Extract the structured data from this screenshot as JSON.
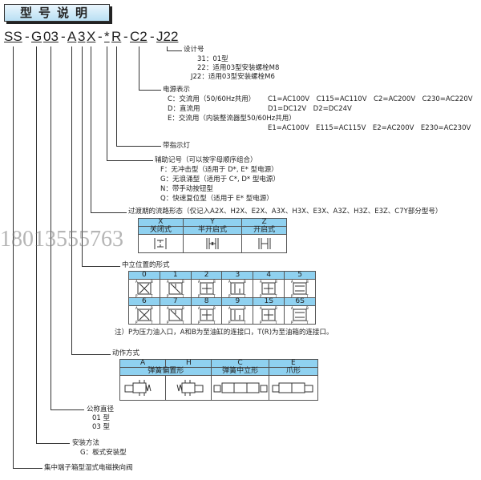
{
  "title": "型号说明",
  "code": {
    "parts": [
      "SS",
      "-",
      "G",
      "03",
      "-",
      "A",
      "3",
      "X",
      "-",
      "*",
      "R",
      "-",
      "C2",
      "-",
      "J22"
    ]
  },
  "design": {
    "label": "设计号",
    "items": [
      "31：01型",
      "22：适用03型安装螺栓M8",
      "J22：适用03型安装螺栓M6"
    ]
  },
  "power": {
    "label": "电源表示",
    "items": [
      {
        "k": "C：交流用（50/60Hz共用）",
        "v": "C1=AC100V　C115=AC110V　C2=AC200V　C230=AC220V"
      },
      {
        "k": "D：直流用",
        "v": "D1=DC12V　D2=DC24V"
      },
      {
        "k": "E：交流用（内装整流器型50/60Hz共用）",
        "v": "E1=AC100V　E115=AC115V　E2=AC200V　E230=AC230V"
      }
    ]
  },
  "lamp": "带指示灯",
  "aux": {
    "label": "辅助记号（可以按字母顺序组合）",
    "items": [
      "F：无冲击型（适用于 D*, E* 型电源）",
      "G：无浪涌型（适用于 C*, D* 型电源）",
      "N：带手动按钮型",
      "Q：快速复位型（适用于 E* 型电源）"
    ]
  },
  "transition": {
    "label": "过渡期的流路形态（仅记入A2X、H2X、E2X、A3X、H3X、E3X、A3Z、H3Z、E3Z、C7Y部分型号）",
    "cols": [
      {
        "k": "X",
        "v": "关闭式"
      },
      {
        "k": "Y",
        "v": "半开启式"
      },
      {
        "k": "Z",
        "v": "开启式"
      }
    ]
  },
  "neutral": {
    "label": "中立位置的形式",
    "row1": [
      "0",
      "1",
      "2",
      "3",
      "4",
      "5"
    ],
    "row2": [
      "6",
      "7",
      "8",
      "9",
      "1S",
      "6S"
    ],
    "ports": {
      "a": "A",
      "b": "B",
      "p": "P",
      "t": "T"
    },
    "note": "注）P为压力油入口，A和B为至油缸的连接口，T(R)为至油箱的连接口。"
  },
  "action": {
    "label": "动作方式",
    "cols": [
      "A",
      "H",
      "C",
      "E"
    ],
    "types": [
      "弹簧偏置形",
      "弹簧中立形",
      "爪形"
    ]
  },
  "size": {
    "label": "公称直径",
    "items": [
      "01 型",
      "03 型"
    ]
  },
  "mount": {
    "label": "安装方法",
    "items": [
      "G：板式安装型"
    ]
  },
  "series": "集中端子箱型湿式电磁换向阀",
  "watermark": "18013555763",
  "colors": {
    "header": "#8fd1f0"
  }
}
